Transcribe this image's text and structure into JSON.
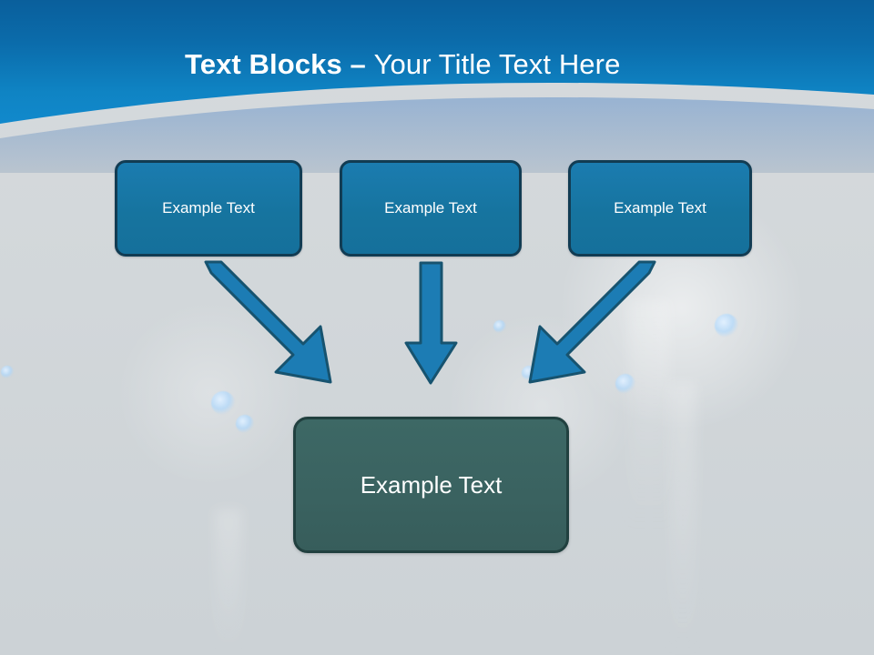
{
  "slide": {
    "title": {
      "bold_part": "Text Blocks ",
      "separator": "– ",
      "normal_part": "Your Title Text Here",
      "full": "Text Blocks – Your Title Text Here"
    },
    "theme": {
      "header_blue_top": "#0a639f",
      "header_blue_bottom": "#1189cc",
      "header_band_blue": "#8fafd0",
      "background": "#d2d7da",
      "box_blue_fill": "#16749f",
      "box_blue_border": "#123c53",
      "box_green_fill": "#3a6260",
      "box_green_border": "#21403f",
      "arrow_fill": "#1c7cb4",
      "arrow_border": "#1b४a66",
      "text_white": "#ffffff"
    },
    "top_blocks": [
      {
        "label": "Example Text"
      },
      {
        "label": "Example Text"
      },
      {
        "label": "Example Text"
      }
    ],
    "bottom_block": {
      "label": "Example Text"
    },
    "arrows": [
      {
        "name": "arrow-left-diagonal",
        "direction": "down-right"
      },
      {
        "name": "arrow-middle-down",
        "direction": "down"
      },
      {
        "name": "arrow-right-diagonal",
        "direction": "down-left"
      }
    ]
  }
}
